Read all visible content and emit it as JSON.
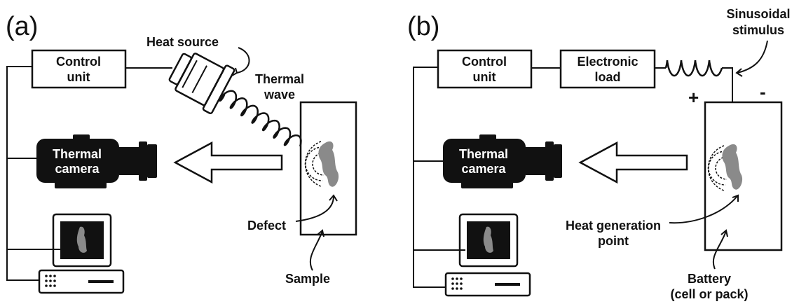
{
  "colors": {
    "ink": "#111111",
    "defect": "#8a8a8a",
    "camera_text": "#ffffff",
    "background": "#ffffff"
  },
  "icons": [
    "heat-source-icon",
    "thermal-camera-icon",
    "computer-monitor-icon",
    "computer-base-icon",
    "battery-terminal-plus",
    "battery-terminal-minus",
    "sine-wave-icon"
  ],
  "panel_a": {
    "tag": "(a)",
    "control_unit": [
      "Control",
      "unit"
    ],
    "heat_source": "Heat source",
    "thermal_wave": [
      "Thermal",
      "wave"
    ],
    "camera": [
      "Thermal",
      "camera"
    ],
    "defect": "Defect",
    "sample": "Sample"
  },
  "panel_b": {
    "tag": "(b)",
    "control_unit": [
      "Control",
      "unit"
    ],
    "electronic_load": [
      "Electronic",
      "load"
    ],
    "stimulus": [
      "Sinusoidal",
      "stimulus"
    ],
    "plus": "+",
    "minus": "-",
    "camera": [
      "Thermal",
      "camera"
    ],
    "heat_point": [
      "Heat generation",
      "point"
    ],
    "battery": [
      "Battery",
      "(cell or pack)"
    ]
  }
}
